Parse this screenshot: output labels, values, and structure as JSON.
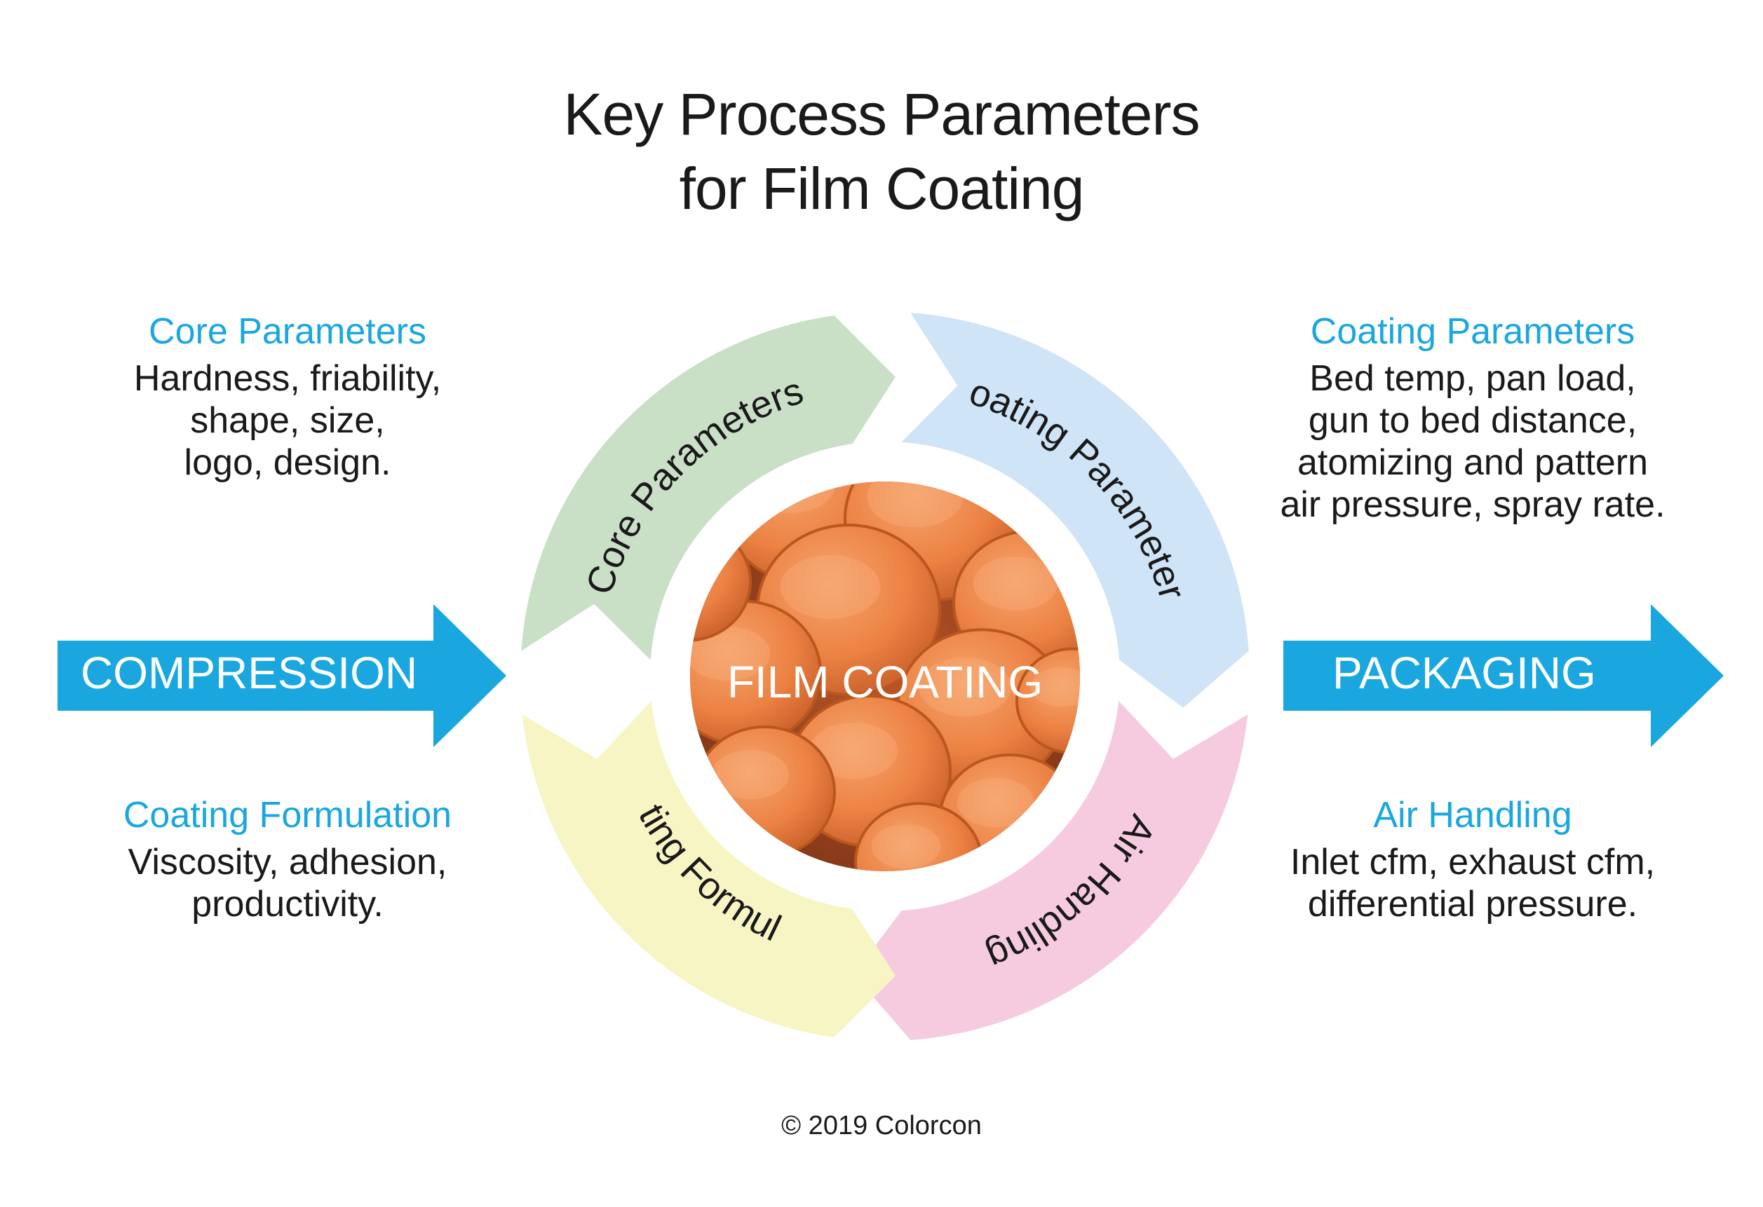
{
  "title": {
    "line1": "Key Process Parameters",
    "line2": "for Film Coating"
  },
  "center_label": "FILM COATING",
  "ring": {
    "core": "Core Parameters",
    "coating": "Coating Parameters",
    "air": "Air Handling",
    "formulation": "Coating Formulation"
  },
  "blocks": {
    "core": {
      "heading": "Core Parameters",
      "text": "Hardness, friability,\nshape, size,\nlogo, design."
    },
    "coating": {
      "heading": "Coating Parameters",
      "text": "Bed temp, pan load,\ngun to bed distance,\natomizing and pattern\nair pressure, spray rate."
    },
    "formulation": {
      "heading": "Coating Formulation",
      "text": "Viscosity, adhesion,\nproductivity."
    },
    "air": {
      "heading": "Air Handling",
      "text": "Inlet cfm, exhaust cfm,\ndifferential pressure."
    }
  },
  "arrows": {
    "left": "COMPRESSION",
    "right": "PACKAGING"
  },
  "footer": "© 2019 Colorcon",
  "colors": {
    "accent_blue": "#1aa7df",
    "core_green": "#c9e0c7",
    "coating_blue": "#cfe4f7",
    "air_pink": "#f6cbe0",
    "formulation_yellow": "#f8f5c5",
    "tablet_orange": "#ef8a4c"
  }
}
